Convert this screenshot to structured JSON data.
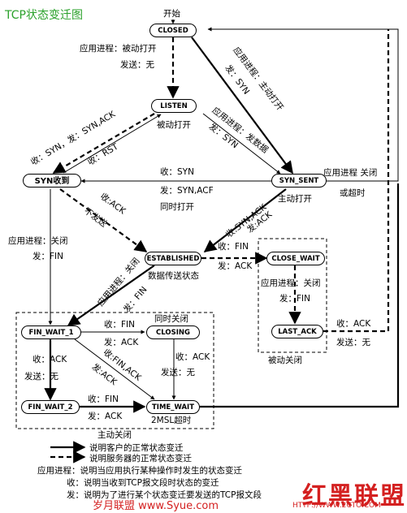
{
  "title": "TCP状态变迁图",
  "start_label": "开始",
  "states": {
    "closed": "CLOSED",
    "listen": "LISTEN",
    "syn_rcvd": "SYN收到",
    "syn_sent": "SYN_SENT",
    "established": "ESTABLISHED",
    "close_wait": "CLOSE_WAIT",
    "last_ack": "LAST_ACK",
    "fin_wait_1": "FIN_WAIT_1",
    "closing": "CLOSING",
    "fin_wait_2": "FIN_WAIT_2",
    "time_wait": "TIME_WAIT"
  },
  "labels": {
    "passive_open_app": "应用进程：被动打开",
    "passive_open_send": "发送：无",
    "passive_open": "被动打开",
    "active_open_app": "应用进程：主动打开",
    "active_open_send": "发：SYN",
    "listen_send_app": "应用进程：发数据",
    "listen_send_syn": "发：SYN",
    "listen_recv_syn": "收：SYN，发：SYN,ACK",
    "recv_rst": "收：RST",
    "synrcvd_recv_syn": "收：SYN",
    "synrcvd_send": "发：SYN,ACF",
    "simultaneous_open": "同时打开",
    "synsent_close": "应用进程 关闭",
    "synsent_timeout": "或超时",
    "active_open": "主动打开",
    "recv_ack": "收:ACK",
    "no_send": "不发送",
    "recv_synack": "收:SYN,ACK",
    "send_ack_a": "发:ACK",
    "app_close_a": "应用进程：关闭",
    "send_fin_a": "发：FIN",
    "established_note": "数据传送状态",
    "recv_fin_cw": "收：FIN",
    "send_ack_cw": "发：ACK",
    "app_close_b": "应用进程：关闭",
    "send_fin_b": "发：FIN",
    "app_close_c": "应用进程：关闭",
    "send_fin_c": "发：FIN",
    "recv_ack_la": "收：ACK",
    "send_none_la": "发送：无",
    "passive_close": "被动关闭",
    "fw1_recv_fin": "收：FIN",
    "fw1_send_ack": "发：ACK",
    "simultaneous_close": "同时关闭",
    "fw1_recv_ack": "收：ACK",
    "fw1_send_none": "发送：无",
    "closing_recv_ack": "收：ACK",
    "closing_send_none": "发送：无",
    "fw1_recv_finack": "收:FIN,ACK",
    "fw1_send_ack2": "发:ACK",
    "fw2_recv_fin": "收：FIN",
    "fw2_send_ack": "发：ACK",
    "msl_timeout": "2MSL超时",
    "active_close": "主动关闭"
  },
  "legend": {
    "client": "说明客户的正常状态变迁",
    "server": "说明服务器的正常状态变迁",
    "app": "应用进程：说明当应用执行某种操作时发生的状态变迁",
    "recv": "收：说明当收到TCP报文段时状态的变迁",
    "send": "发：说明为了进行某个状态变迁要发送的TCP报文段"
  },
  "watermark": {
    "brand": "红黑联盟",
    "left": "岁月联盟  www.Syue.com",
    "url": "HTTP://WWW.2CTO.COM"
  }
}
